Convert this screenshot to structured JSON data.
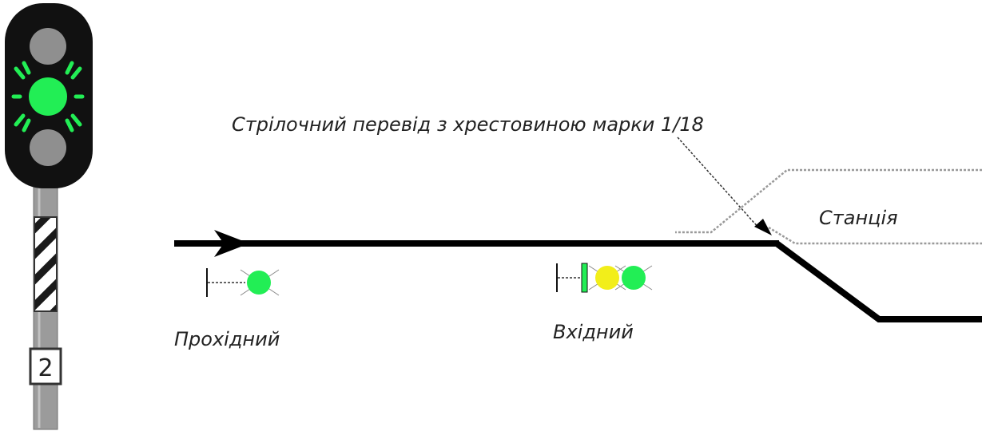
{
  "colors": {
    "background": "#ffffff",
    "signal_head": "#111111",
    "lamp_off": "#8f8f8f",
    "lamp_green": "#22ee55",
    "lamp_yellow": "#f2ee1a",
    "track": "#000000",
    "station_outline": "#9a9a9a",
    "text": "#222222"
  },
  "mast_signal": {
    "lit_lamp": "middle",
    "lamp_color": "green",
    "plate_number": "2"
  },
  "annotation": {
    "crossover_label": "Стрілочний перевід з хрестовиною марки 1/18",
    "station_label": "Станція"
  },
  "signals": [
    {
      "name": "Прохідний",
      "aspects": [
        "green"
      ]
    },
    {
      "name": "Вхідний",
      "aspects": [
        "yellow",
        "green"
      ]
    }
  ]
}
